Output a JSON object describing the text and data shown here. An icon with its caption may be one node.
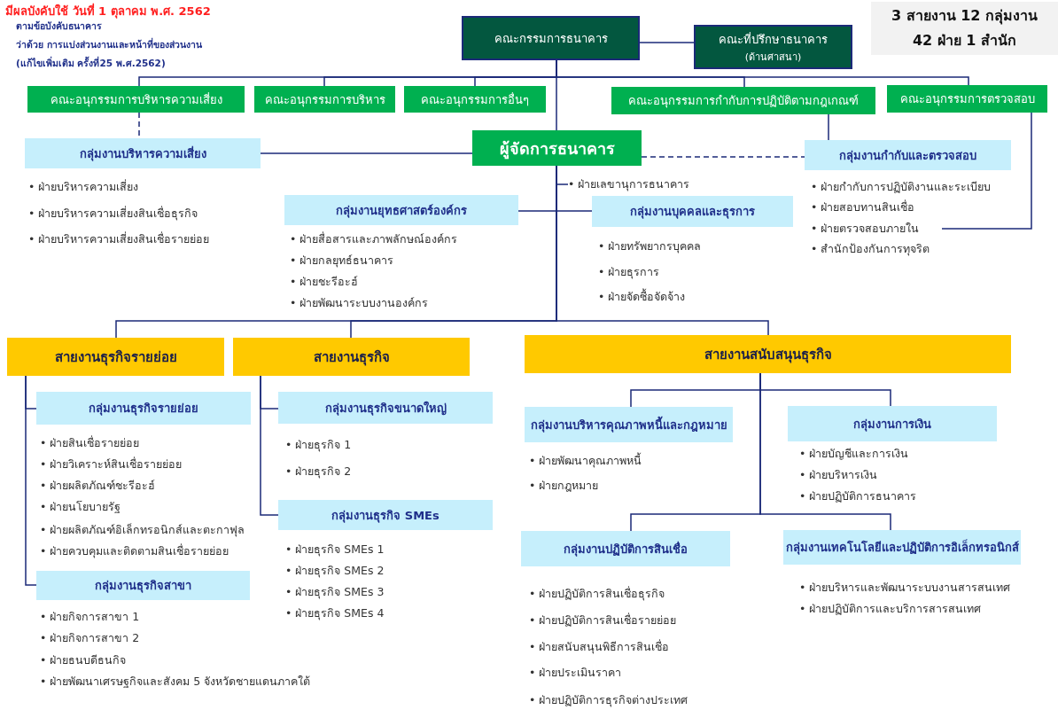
{
  "diagram": {
    "nodes": [
      {
        "text": [
          "คณะกรรมการธนาคาร"
        ]
      },
      {
        "text": [
          "คณะที่ปรึกษาธนาคาร",
          "(ด้านศาสนา)"
        ]
      },
      {
        "text": [
          "3 สายงาน 12 กลุ่มงาน",
          "42 ฝ่าย 1 สำนัก"
        ]
      },
      {
        "text": [
          "คณะอนุกรรมการบริหารความเสี่ยง"
        ]
      },
      {
        "text": [
          "คณะอนุกรรมการบริหาร"
        ]
      },
      {
        "text": [
          "คณะอนุกรรมการอื่นๆ"
        ]
      },
      {
        "text": [
          "คณะอนุกรรมการกำกับการปฏิบัติตามกฎเกณฑ์"
        ]
      },
      {
        "text": [
          "คณะอนุกรรมการตรวจสอบ"
        ]
      },
      {
        "text": [
          "กลุ่มงานบริหารความเสี่ยง"
        ],
        "beside": [
          "• ฝ่ายบริหารความเสี่ยง",
          "• ฝ่ายบริหารความเสี่ยงสินเชื่อธุรกิจ",
          "• ฝ่ายบริหารความเสี่ยงสินเชื่อรายย่อย"
        ]
      },
      {
        "text": [
          "ผู้จัดการธนาคาร"
        ]
      },
      {
        "text": [
          "กลุ่มงานกำกับและตรวจสอบ"
        ],
        "beside": [
          "• ฝ่ายกำกับการปฏิบัติงานและระเบียบ",
          "• ฝ่ายสอบทานสินเชื่อ"
        ]
      },
      {
        "text": [
          "• ฝ่ายตรวจสอบภายใน"
        ],
        "beside": [
          "• สำนักป้องกันการทุจริต"
        ]
      },
      {
        "text": [
          "• ฝ่ายเลขานุการธนาคาร"
        ]
      },
      {
        "text": [
          "กลุ่มงานยุทธศาสตร์องค์กร"
        ],
        "beside": [
          "• ฝ่ายสื่อสารและภาพลักษณ์องค์กร",
          "• ฝ่ายกลยุทธ์ธนาคาร",
          "• ฝ่ายชะรีอะฮ์",
          "• ฝ่ายพัฒนาระบบงานองค์กร"
        ]
      },
      {
        "text": [
          "กลุ่มงานบุคคลและธุรการ"
        ],
        "beside": [
          "• ฝ่ายทรัพยากรบุคคล",
          "• ฝ่ายธุรการ",
          "• ฝ่ายจัดซื้อจัดจ้าง"
        ]
      },
      {
        "text": [
          "สายงานธุรกิจรายย่อย"
        ]
      },
      {
        "text": [
          "สายงานธุรกิจ"
        ]
      },
      {
        "text": [
          "สายงานสนับสนุนธุรกิจ"
        ]
      },
      {
        "text": [
          "กลุ่มงานธุรกิจรายย่อย"
        ],
        "beside": [
          "• ฝ่ายสินเชื่อรายย่อย",
          "• ฝ่ายวิเคราะห์สินเชื่อรายย่อย",
          "• ฝ่ายผลิตภัณฑ์ชะรีอะฮ์",
          "• ฝ่ายนโยบายรัฐ",
          "• ฝ่ายผลิตภัณฑ์อิเล็กทรอนิกส์และตะกาฟุล",
          "• ฝ่ายควบคุมและติดตามสินเชื่อรายย่อย"
        ]
      },
      {
        "text": [
          "กลุ่มงานธุรกิจสาขา"
        ],
        "beside": [
          "• ฝ่ายกิจการสาขา 1",
          "• ฝ่ายกิจการสาขา 2",
          "• ฝ่ายธนบดีธนกิจ",
          "• ฝ่ายพัฒนาเศรษฐกิจและสังคม 5 จังหวัดชายแดนภาคใต้"
        ]
      },
      {
        "text": [
          "กลุ่มงานธุรกิจขนาดใหญ่"
        ],
        "beside": [
          "• ฝ่ายธุรกิจ 1",
          "• ฝ่ายธุรกิจ 2"
        ]
      },
      {
        "text": [
          "กลุ่มงานธุรกิจ SMEs"
        ],
        "beside": [
          "• ฝ่ายธุรกิจ SMEs 1",
          "• ฝ่ายธุรกิจ SMEs 2",
          "• ฝ่ายธุรกิจ SMEs 3",
          "• ฝ่ายธุรกิจ SMEs 4"
        ]
      },
      {
        "text": [
          "กลุ่มงานบริหารคุณภาพหนี้และกฎหมาย"
        ],
        "beside": [
          "• ฝ่ายพัฒนาคุณภาพหนี้",
          "• ฝ่ายกฎหมาย"
        ]
      },
      {
        "text": [
          "กลุ่มงานการเงิน"
        ],
        "beside": [
          "• ฝ่ายบัญชีและการเงิน",
          "• ฝ่ายบริหารเงิน",
          "• ฝ่ายปฏิบัติการธนาคาร"
        ]
      },
      {
        "text": [
          "กลุ่มงานปฏิบัติการสินเชื่อ"
        ],
        "beside": [
          "• ฝ่ายปฏิบัติการสินเชื่อธุรกิจ",
          "• ฝ่ายปฏิบัติการสินเชื่อรายย่อย",
          "• ฝ่ายสนับสนุนพิธีการสินเชื่อ",
          "• ฝ่ายประเมินราคา",
          "• ฝ่ายปฏิบัติการธุรกิจต่างประเทศ"
        ]
      },
      {
        "text": [
          "กลุ่มงานเทคโนโลยีและปฏิบัติการอิเล็กทรอนิกส์"
        ],
        "beside": [
          "• ฝ่ายบริหารและพัฒนาระบบงานสารสนเทศ",
          "• ฝ่ายปฏิบัติการและบริการสารสนเทศ"
        ]
      }
    ],
    "edges": [
      {
        "from": 0,
        "to": 1,
        "arrow": "none"
      },
      {
        "from": 0,
        "to": 3,
        "arrow": "none"
      },
      {
        "from": 0,
        "to": 4,
        "arrow": "none"
      },
      {
        "from": 0,
        "to": 5,
        "arrow": "none"
      },
      {
        "from": 0,
        "to": 6,
        "arrow": "none"
      },
      {
        "from": 0,
        "to": 7,
        "arrow": "none"
      },
      {
        "from": 0,
        "to": 9,
        "arrow": "none"
      },
      {
        "from": 3,
        "to": 8,
        "arrow": "none",
        "style": "dashed"
      },
      {
        "from": 9,
        "to": 8,
        "arrow": "none"
      },
      {
        "from": 9,
        "to": 10,
        "arrow": "none",
        "style": "dashed"
      },
      {
        "from": 6,
        "to": 10,
        "arrow": "none"
      },
      {
        "from": 7,
        "to": 11,
        "arrow": "none"
      },
      {
        "from": 9,
        "to": 12,
        "arrow": "none"
      },
      {
        "from": 9,
        "to": 13,
        "arrow": "none"
      },
      {
        "from": 9,
        "to": 14,
        "arrow": "none"
      },
      {
        "from": 9,
        "to": 15,
        "arrow": "none"
      },
      {
        "from": 9,
        "to": 16,
        "arrow": "none"
      },
      {
        "from": 9,
        "to": 17,
        "arrow": "none"
      },
      {
        "from": 15,
        "to": 18,
        "arrow": "none"
      },
      {
        "from": 15,
        "to": 19,
        "arrow": "none"
      },
      {
        "from": 16,
        "to": 20,
        "arrow": "none"
      },
      {
        "from": 16,
        "to": 21,
        "arrow": "none"
      },
      {
        "from": 17,
        "to": 22,
        "arrow": "none"
      },
      {
        "from": 17,
        "to": 23,
        "arrow": "none"
      },
      {
        "from": 17,
        "to": 24,
        "arrow": "none"
      },
      {
        "from": 17,
        "to": 25,
        "arrow": "none"
      }
    ],
    "labels": [
      "มีผลบังคับใช้ วันที่ 1 ตุลาคม พ.ศ. 2562",
      "ตามข้อบังคับธนาคาร",
      "ว่าด้วย การแบ่งส่วนงานและหน้าที่ของส่วนงาน",
      "(แก้ไขเพิ่มเติม ครั้งที่25 พ.ศ.2562)"
    ]
  }
}
